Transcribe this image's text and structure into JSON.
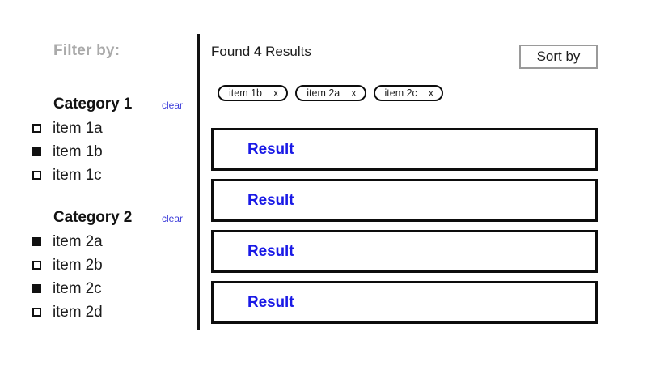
{
  "sidebar": {
    "heading": "Filter by:",
    "categories": [
      {
        "title": "Category 1",
        "clear_label": "clear",
        "options": [
          {
            "label": "item 1a",
            "checked": false
          },
          {
            "label": "item 1b",
            "checked": true
          },
          {
            "label": "item 1c",
            "checked": false
          }
        ]
      },
      {
        "title": "Category 2",
        "clear_label": "clear",
        "options": [
          {
            "label": "item 2a",
            "checked": true
          },
          {
            "label": "item 2b",
            "checked": false
          },
          {
            "label": "item 2c",
            "checked": true
          },
          {
            "label": "item 2d",
            "checked": false
          }
        ]
      }
    ]
  },
  "results": {
    "found_prefix": "Found",
    "count": "4",
    "found_suffix": "Results",
    "sort_label": "Sort by",
    "chips": [
      {
        "label": "item 1b",
        "remove": "x"
      },
      {
        "label": "item 2a",
        "remove": "x"
      },
      {
        "label": "item 2c",
        "remove": "x"
      }
    ],
    "cards": [
      {
        "title": "Result"
      },
      {
        "title": "Result"
      },
      {
        "title": "Result"
      },
      {
        "title": "Result"
      }
    ]
  },
  "colors": {
    "result_blue": "#1a1ae6",
    "clear_link": "#3a3ad9",
    "heading_gray": "#aaaaaa",
    "border_black": "#0d0d0d",
    "button_border_gray": "#9a9a9a"
  }
}
